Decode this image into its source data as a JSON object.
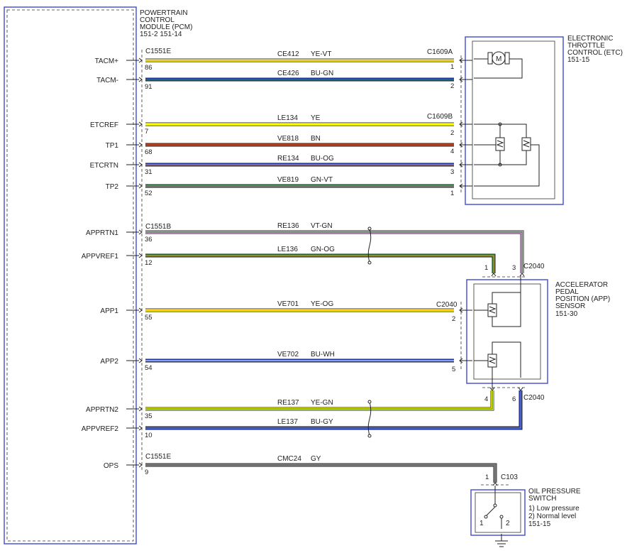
{
  "pcm": {
    "title_lines": [
      "POWERTRAIN",
      "CONTROL",
      "MODULE (PCM)"
    ],
    "refs": "151-2    151-14",
    "signals": [
      "TACM+",
      "TACM-",
      "ETCREF",
      "TP1",
      "ETCRTN",
      "TP2",
      "APPRTN1",
      "APPVREF1",
      "APP1",
      "APP2",
      "APPRTN2",
      "APPVREF2",
      "OPS"
    ],
    "connectors": [
      "C1551E",
      "C1551B",
      "C1551E"
    ]
  },
  "etc": {
    "title_lines": [
      "ELECTRONIC",
      "THROTTLE",
      "CONTROL (ETC)"
    ],
    "ref": "151-15",
    "connectors": [
      "C1609A",
      "C1609B"
    ],
    "motor_label": "M"
  },
  "app": {
    "title_lines": [
      "ACCELERATOR",
      "PEDAL",
      "POSITION (APP)",
      "SENSOR"
    ],
    "ref": "151-30",
    "connectors": [
      "C2040",
      "C2040",
      "C2040"
    ]
  },
  "ops": {
    "title_lines": [
      "OIL PRESSURE",
      "SWITCH",
      "1) Low pressure",
      "2) Normal level"
    ],
    "ref": "151-15",
    "connector": "C103",
    "pins": [
      "1",
      "2"
    ]
  },
  "wires": [
    {
      "circuit": "CE412",
      "color": "YE-VT",
      "pcm_pin": "86",
      "end_pin": "1",
      "stripe": "#ffff00",
      "stripe2": "#cc88cc"
    },
    {
      "circuit": "CE426",
      "color": "BU-GN",
      "pcm_pin": "91",
      "end_pin": "2",
      "stripe": "#1f3fd0",
      "stripe2": "#228822"
    },
    {
      "circuit": "LE134",
      "color": "YE",
      "pcm_pin": "7",
      "end_pin": "2",
      "stripe": "#ffff00",
      "stripe2": "#ffff00"
    },
    {
      "circuit": "VE818",
      "color": "BN",
      "pcm_pin": "68",
      "end_pin": "4",
      "stripe": "#b04020",
      "stripe2": "#b04020"
    },
    {
      "circuit": "RE134",
      "color": "BU-OG",
      "pcm_pin": "31",
      "end_pin": "3",
      "stripe": "#1f3fd0",
      "stripe2": "#ff9933"
    },
    {
      "circuit": "VE819",
      "color": "GN-VT",
      "pcm_pin": "52",
      "end_pin": "1",
      "stripe": "#2d7a2d",
      "stripe2": "#cc88cc"
    },
    {
      "circuit": "RE136",
      "color": "VT-GN",
      "pcm_pin": "36",
      "end_pin": "3",
      "stripe": "#d6a6d6",
      "stripe2": "#2d7a2d"
    },
    {
      "circuit": "LE136",
      "color": "GN-OG",
      "pcm_pin": "12",
      "end_pin": "1",
      "stripe": "#2d7a2d",
      "stripe2": "#ff9933"
    },
    {
      "circuit": "VE701",
      "color": "YE-OG",
      "pcm_pin": "55",
      "end_pin": "2",
      "stripe": "#ffff00",
      "stripe2": "#ff9933"
    },
    {
      "circuit": "VE702",
      "color": "BU-WH",
      "pcm_pin": "54",
      "end_pin": "5",
      "stripe": "#1f3fd0",
      "stripe2": "#ffffff"
    },
    {
      "circuit": "RE137",
      "color": "YE-GN",
      "pcm_pin": "35",
      "end_pin": "4",
      "stripe": "#ffff00",
      "stripe2": "#2d7a2d"
    },
    {
      "circuit": "LE137",
      "color": "BU-GY",
      "pcm_pin": "10",
      "end_pin": "6",
      "stripe": "#1f3fd0",
      "stripe2": "#888888"
    },
    {
      "circuit": "CMC24",
      "color": "GY",
      "pcm_pin": "9",
      "end_pin": "1",
      "stripe": "#777777",
      "stripe2": "#777777"
    }
  ]
}
